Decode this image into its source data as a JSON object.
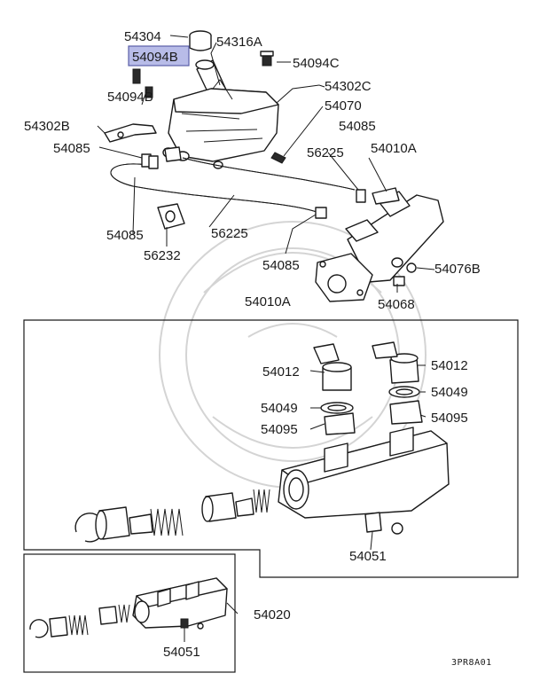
{
  "labels": {
    "l54304": "54304",
    "l54094B": "54094B",
    "l54316A": "54316A",
    "l54094C": "54094C",
    "l54094B_2": "54094B",
    "l54302C": "54302C",
    "l54070": "54070",
    "l54302B": "54302B",
    "l54085_a": "54085",
    "l54085_b": "54085",
    "l54225_a": "56225",
    "l54010A_top": "54010A",
    "l54085_c": "54085",
    "l56225_b": "56225",
    "l56232": "56232",
    "l54085_d": "54085",
    "l54076B": "54076B",
    "l54068": "54068",
    "l54010A_box": "54010A",
    "l54012_l": "54012",
    "l54012_r": "54012",
    "l54049_l": "54049",
    "l54049_r": "54049",
    "l54095_l": "54095",
    "l54095_r": "54095",
    "l54051_a": "54051",
    "l54020": "54020",
    "l54051_b": "54051"
  },
  "footer": {
    "diagram_code": "3PR8A01"
  },
  "highlight": {
    "color": "#b8bce8",
    "border": "#5a5fa8"
  }
}
